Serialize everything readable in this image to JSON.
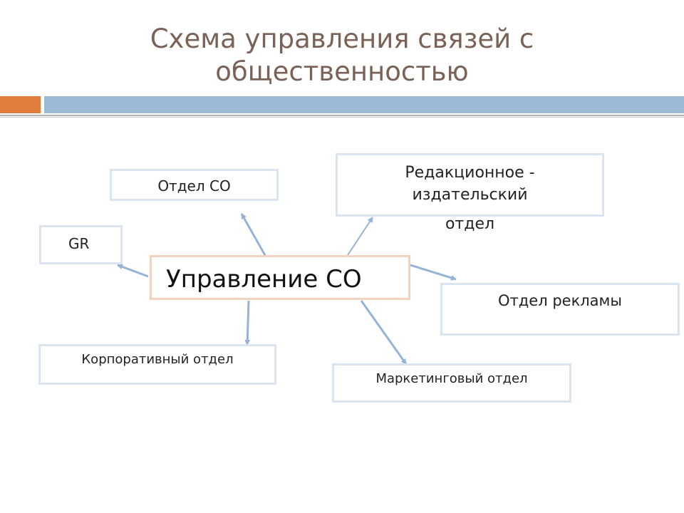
{
  "title": {
    "line1": "Схема управления связей с",
    "line2": "общественностью"
  },
  "nodes": {
    "center": "Управление СО",
    "otdel_co": "Отдел СО",
    "gr": "GR",
    "redak_line1": "Редакционное -",
    "redak_line2": "издательский",
    "redak_line3": "отдел",
    "reklama": "Отдел рекламы",
    "korporativny": "Корпоративный отдел",
    "marketing": "Маркетинговый отдел"
  },
  "colors": {
    "arrow": "#95b3d7",
    "box_border": "#dbe5f1",
    "center_border": "#f2d3bf",
    "accent_orange": "#e07d3c",
    "accent_blue": "#9bbad6",
    "title": "#7a6356"
  }
}
